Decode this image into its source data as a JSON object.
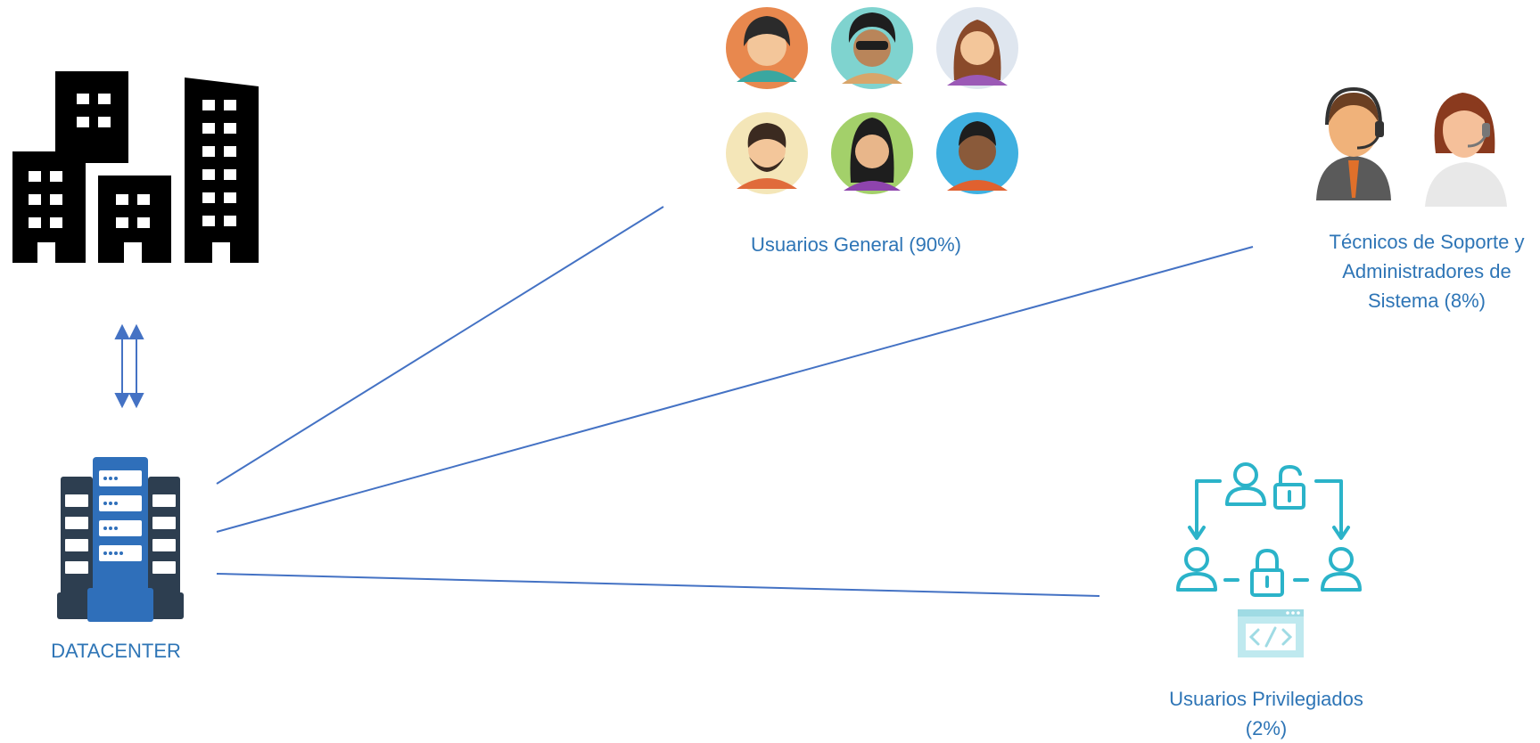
{
  "diagram": {
    "nodes": {
      "buildings": {
        "icon": "office-buildings-icon"
      },
      "datacenter": {
        "icon": "server-rack-icon",
        "label": "DATACENTER"
      },
      "general_users": {
        "icon": "user-avatars-icon",
        "label": "Usuarios General (90%)"
      },
      "tech_support": {
        "icon": "support-agents-icon",
        "label_lines": [
          "Técnicos de Soporte y",
          "Administradores de",
          "Sistema (8%)"
        ]
      },
      "privileged_users": {
        "icon": "privileged-access-icon",
        "label_lines": [
          "Usuarios Privilegiados",
          "(2%)"
        ]
      }
    },
    "colors": {
      "label": "#2e75b6",
      "connector": "#4472c4",
      "buildings": "#000000",
      "server_dark": "#2d3e50",
      "server_blue": "#2f6fba",
      "privileged": "#2bb3c9"
    }
  }
}
